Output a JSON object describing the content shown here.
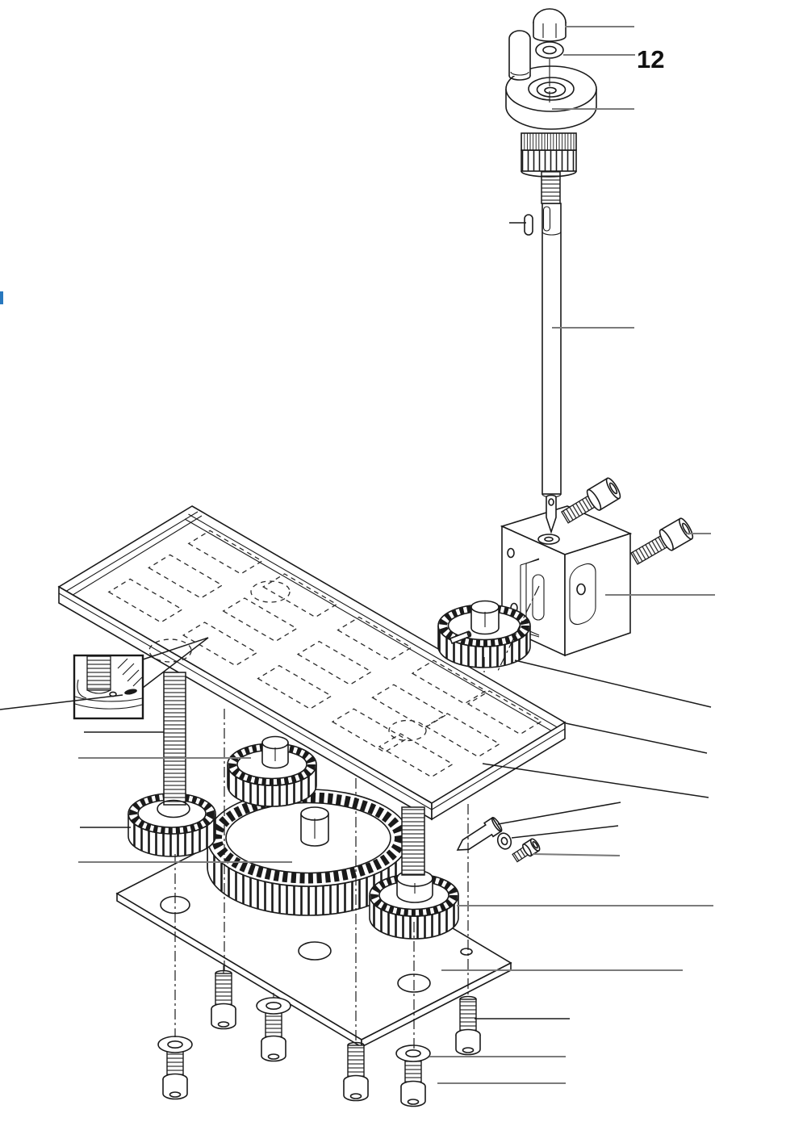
{
  "figure": {
    "type": "exploded-parts-diagram",
    "callout_label": "12",
    "description_semantics": {
      "top_assembly": [
        "cap-nut",
        "flat-washer",
        "crank-handle",
        "handwheel",
        "graduated-dial",
        "threaded-stub"
      ],
      "shaft_group": [
        "woodruff-key",
        "drive-shaft",
        "shaft-tip"
      ],
      "block_group": [
        "bearing-block",
        "socket-head-cap-screw-upper",
        "socket-head-cap-screw-lower",
        "pinion-gear"
      ],
      "table_group": [
        "t-slot-table-top",
        "lead-screw-left",
        "lead-screw-right",
        "nut-detail-inset"
      ],
      "gear_train": [
        "middle-spur-gear",
        "left-spur-gear",
        "main-spur-gear",
        "right-spur-gear"
      ],
      "base_group": [
        "base-plate",
        "taper-pin",
        "small-washer",
        "set-screw",
        "mount-washer-screw-left",
        "mount-screw-a",
        "mount-washer-screw-mid",
        "mount-screw-b",
        "mount-washer-screw-right",
        "mount-screw-c"
      ]
    }
  },
  "colors": {
    "line": "#1a1a1a",
    "leader_gray": "#7b7b7b",
    "label": "#111111",
    "background": "#ffffff",
    "edge_artifact_blue": "#2878be"
  }
}
